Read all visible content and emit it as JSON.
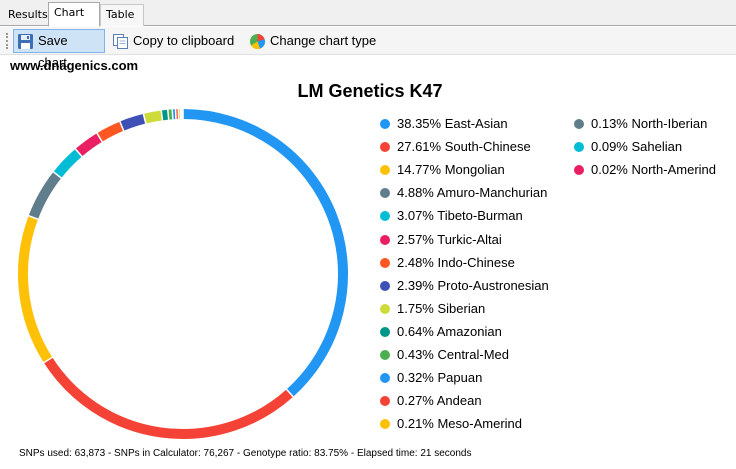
{
  "tabs": [
    "Results",
    "Chart",
    "Table"
  ],
  "toolbar": {
    "save": "Save chart",
    "copy": "Copy to clipboard",
    "change": "Change chart type"
  },
  "site": "www.dnagenics.com",
  "footer": "SNPs used: 63,873 - SNPs in Calculator: 76,267 - Genotype ratio: 83.75% - Elapsed time: 21 seconds",
  "chart_data": {
    "type": "pie",
    "variant": "donut",
    "title": "LM Genetics K47",
    "legend_position": "right",
    "slices": [
      {
        "label": "East-Asian",
        "value": 38.35,
        "text": "38.35% East-Asian",
        "color": "#2196f3"
      },
      {
        "label": "South-Chinese",
        "value": 27.61,
        "text": "27.61% South-Chinese",
        "color": "#f44336"
      },
      {
        "label": "Mongolian",
        "value": 14.77,
        "text": "14.77% Mongolian",
        "color": "#ffc107"
      },
      {
        "label": "Amuro-Manchurian",
        "value": 4.88,
        "text": "4.88% Amuro-Manchurian",
        "color": "#607d8b"
      },
      {
        "label": "Tibeto-Burman",
        "value": 3.07,
        "text": "3.07% Tibeto-Burman",
        "color": "#00bcd4"
      },
      {
        "label": "Turkic-Altai",
        "value": 2.57,
        "text": "2.57% Turkic-Altai",
        "color": "#e91e63"
      },
      {
        "label": "Indo-Chinese",
        "value": 2.48,
        "text": "2.48% Indo-Chinese",
        "color": "#ff5722"
      },
      {
        "label": "Proto-Austronesian",
        "value": 2.39,
        "text": "2.39% Proto-Austronesian",
        "color": "#3f51b5"
      },
      {
        "label": "Siberian",
        "value": 1.75,
        "text": "1.75% Siberian",
        "color": "#cddc39"
      },
      {
        "label": "Amazonian",
        "value": 0.64,
        "text": "0.64% Amazonian",
        "color": "#009688"
      },
      {
        "label": "Central-Med",
        "value": 0.43,
        "text": "0.43% Central-Med",
        "color": "#4caf50"
      },
      {
        "label": "Papuan",
        "value": 0.32,
        "text": "0.32% Papuan",
        "color": "#2196f3"
      },
      {
        "label": "Andean",
        "value": 0.27,
        "text": "0.27% Andean",
        "color": "#f44336"
      },
      {
        "label": "Meso-Amerind",
        "value": 0.21,
        "text": "0.21% Meso-Amerind",
        "color": "#ffc107"
      },
      {
        "label": "North-Iberian",
        "value": 0.13,
        "text": "0.13% North-Iberian",
        "color": "#607d8b"
      },
      {
        "label": "Sahelian",
        "value": 0.09,
        "text": "0.09% Sahelian",
        "color": "#00bcd4"
      },
      {
        "label": "North-Amerind",
        "value": 0.02,
        "text": "0.02% North-Amerind",
        "color": "#e91e63"
      }
    ]
  }
}
